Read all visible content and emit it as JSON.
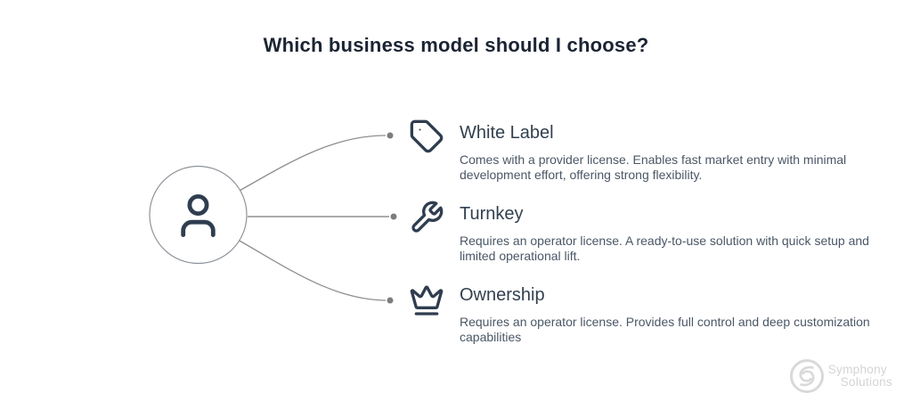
{
  "title": "Which business model should I choose?",
  "colors": {
    "title": "#1b2433",
    "heading": "#32404f",
    "body_text": "#4a5766",
    "icon_stroke": "#2f3d4f",
    "connector": "#8f8f8f",
    "connector_dot": "#7d7d7d",
    "hub_circle_stroke": "#8e939a",
    "logo_gray": "#d4d4d4"
  },
  "hub": {
    "icon": "user-icon"
  },
  "items": [
    {
      "icon": "tag-icon",
      "label": "White Label",
      "description": "Comes with a provider license. Enables fast market entry with minimal development effort, offering strong flexibility."
    },
    {
      "icon": "wrench-icon",
      "label": "Turnkey",
      "description": "Requires an operator license. A ready-to-use solution with quick setup and limited operational lift."
    },
    {
      "icon": "crown-icon",
      "label": "Ownership",
      "description": "Requires an operator license. Provides full control and deep customization capabilities"
    }
  ],
  "logo": {
    "line1": "Symphony",
    "line2": "Solutions"
  }
}
